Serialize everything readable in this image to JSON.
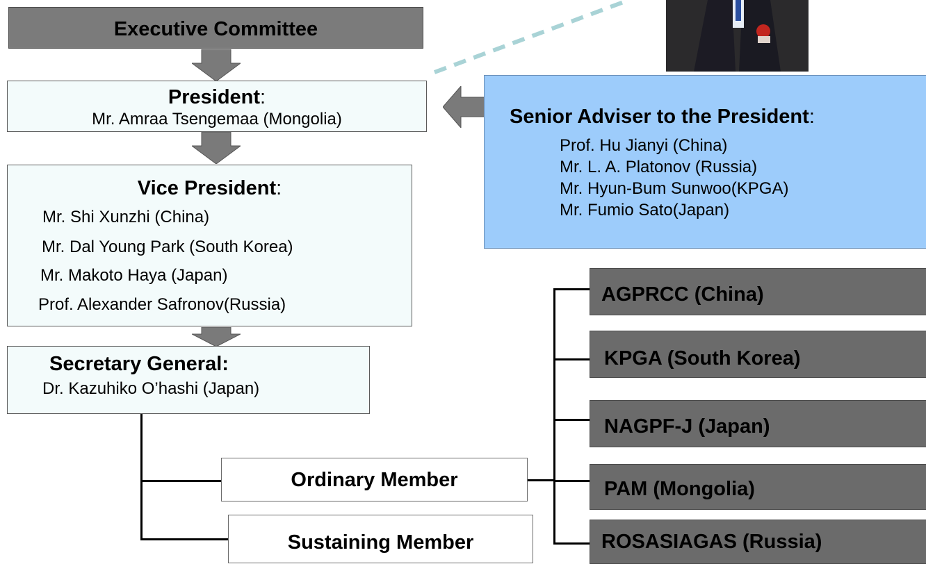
{
  "executive": {
    "title": "Executive Committee"
  },
  "president": {
    "title": "President",
    "colon": ":",
    "name": "Mr. Amraa Tsengemaa (Mongolia)"
  },
  "vice_president": {
    "title": "Vice President",
    "colon": ":",
    "names": [
      "Mr. Shi Xunzhi (China)",
      "Mr. Dal Young Park (South Korea)",
      "Mr. Makoto Haya (Japan)",
      "Prof. Alexander Safronov(Russia)"
    ]
  },
  "secretary": {
    "title": "Secretary General:",
    "name": "Dr. Kazuhiko O’hashi (Japan)"
  },
  "senior_adviser": {
    "title": "Senior Adviser to the President",
    "colon": ":",
    "names": [
      "Prof. Hu Jianyi (China)",
      "Mr. L. A. Platonov (Russia)",
      "Mr. Hyun-Bum Sunwoo(KPGA)",
      "Mr. Fumio Sato(Japan)"
    ]
  },
  "members": {
    "ordinary": "Ordinary Member",
    "sustaining": "Sustaining Member"
  },
  "organizations": [
    "AGPRCC (China)",
    "KPGA (South Korea)",
    "NAGPF-J (Japan)",
    "PAM (Mongolia)",
    "ROSASIAGAS (Russia)"
  ],
  "colors": {
    "box_fill": "#f3fbfb",
    "org_fill": "#6b6b6b",
    "adviser_fill": "#9dccfb",
    "dashed_line": "#a9d3d6",
    "arrow": "#7a7a7a"
  }
}
